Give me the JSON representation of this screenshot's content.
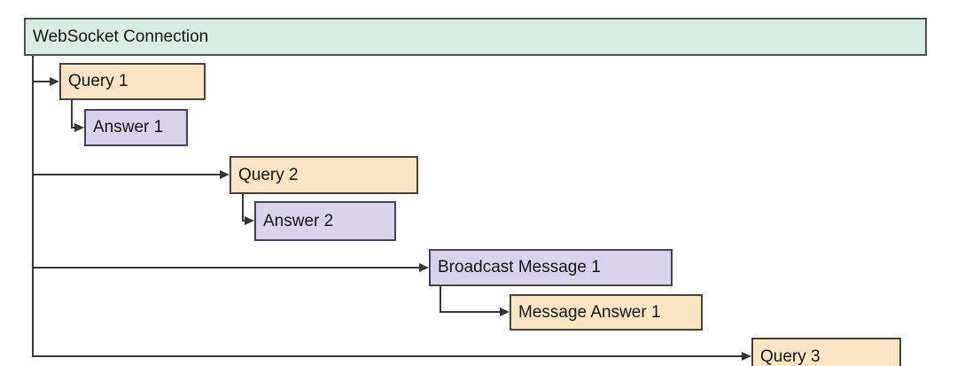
{
  "diagram": {
    "title": "WebSocket Connection",
    "nodes": [
      {
        "id": "query-1",
        "label": "Query 1",
        "kind": "query"
      },
      {
        "id": "answer-1",
        "label": "Answer 1",
        "kind": "answer"
      },
      {
        "id": "query-2",
        "label": "Query 2",
        "kind": "query"
      },
      {
        "id": "answer-2",
        "label": "Answer 2",
        "kind": "answer"
      },
      {
        "id": "broadcast-message-1",
        "label": "Broadcast Message 1",
        "kind": "answer"
      },
      {
        "id": "message-answer-1",
        "label": "Message Answer 1",
        "kind": "query"
      },
      {
        "id": "query-3",
        "label": "Query 3",
        "kind": "query"
      }
    ],
    "edges": [
      {
        "from": "websocket-connection",
        "to": "query-1"
      },
      {
        "from": "query-1",
        "to": "answer-1"
      },
      {
        "from": "websocket-connection",
        "to": "query-2"
      },
      {
        "from": "query-2",
        "to": "answer-2"
      },
      {
        "from": "websocket-connection",
        "to": "broadcast-message-1"
      },
      {
        "from": "broadcast-message-1",
        "to": "message-answer-1"
      },
      {
        "from": "websocket-connection",
        "to": "query-3"
      }
    ],
    "colors": {
      "header_fill": "#d9ece4",
      "query_fill": "#fbe4c3",
      "answer_fill": "#d8d2ed",
      "border": "#454545",
      "line": "#363636",
      "text": "#151515",
      "background": "#ffffff"
    }
  }
}
